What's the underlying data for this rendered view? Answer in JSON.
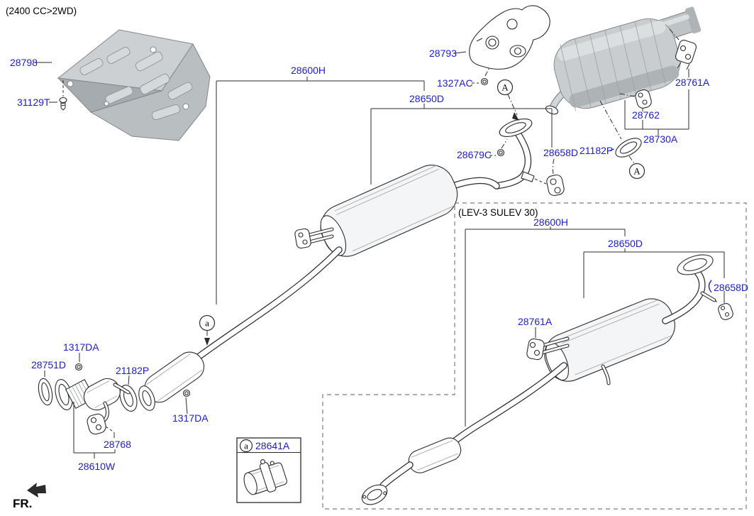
{
  "diagram": {
    "variant_title": "(2400 CC>2WD)",
    "lev_title": "(LEV-3 SULEV 30)",
    "fr_label": "FR.",
    "callouts": {
      "A": "A",
      "a": "a"
    },
    "colors": {
      "label_blue": "#1c1ccd",
      "line_black": "#2b2b2b",
      "part_gray": "#c9cdcf",
      "dash_gray": "#7c7c7c"
    },
    "labels": {
      "p28798": "28798",
      "p31129T": "31129T",
      "p28600H": "28600H",
      "p28650D": "28650D",
      "p28793": "28793",
      "p1327AC": "1327AC",
      "p28679C": "28679C",
      "p28658D": "28658D",
      "p21182P": "21182P",
      "p28761A": "28761A",
      "p28762": "28762",
      "p28730A": "28730A",
      "p1317DA": "1317DA",
      "p28751D": "28751D",
      "p28768": "28768",
      "p28610W": "28610W",
      "p28641A": "28641A"
    }
  }
}
